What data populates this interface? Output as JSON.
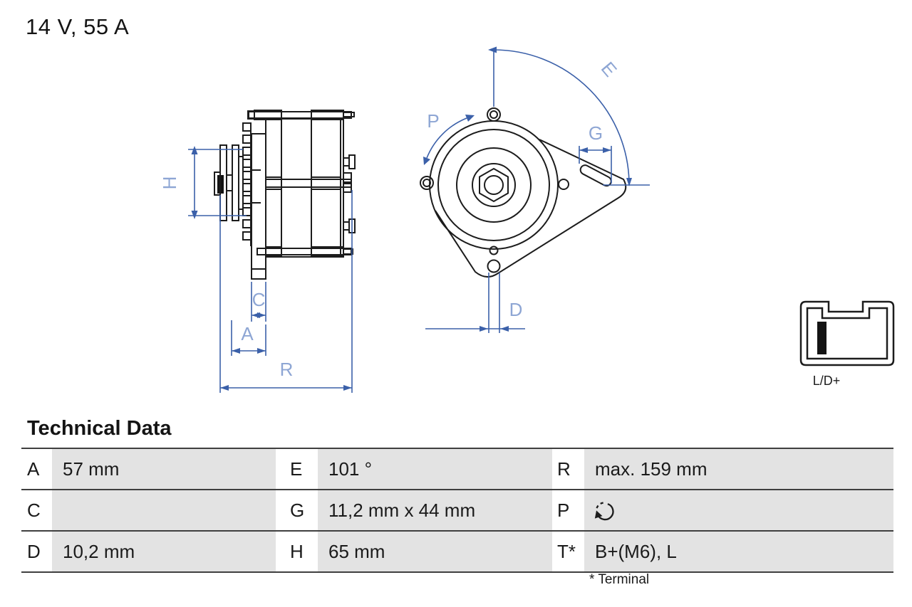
{
  "header": {
    "title": "14 V, 55 A"
  },
  "drawing": {
    "labels": {
      "H": "H",
      "C": "C",
      "A": "A",
      "R": "R",
      "E": "E",
      "G": "G",
      "P": "P",
      "D": "D"
    },
    "connector_label": "L/D+",
    "colors": {
      "line": "#1c1c1c",
      "dimension": "#3b60a9",
      "dimension_label": "#8ea6d4"
    }
  },
  "technical_data": {
    "heading": "Technical Data",
    "footnote": "* Terminal",
    "rows": [
      {
        "cells": [
          {
            "key": "A",
            "value": "57 mm"
          },
          {
            "key": "E",
            "value": "101 °"
          },
          {
            "key": "R",
            "value": "max. 159 mm"
          }
        ]
      },
      {
        "cells": [
          {
            "key": "C",
            "value": ""
          },
          {
            "key": "G",
            "value": "11,2 mm x 44 mm"
          },
          {
            "key": "P",
            "value": "",
            "icon": "rotation-direction-icon"
          }
        ]
      },
      {
        "cells": [
          {
            "key": "D",
            "value": "10,2 mm"
          },
          {
            "key": "H",
            "value": "65 mm"
          },
          {
            "key": "T*",
            "value": "B+(M6), L"
          }
        ]
      }
    ]
  }
}
